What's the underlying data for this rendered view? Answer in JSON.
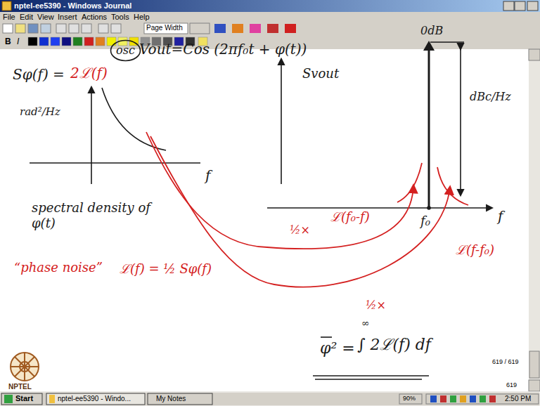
{
  "diagram": {
    "nodes": [
      {
        "text": [
          "osc"
        ]
      }
    ],
    "labels": [
      "nptel-ee5390 - Windows Journal",
      "File",
      "Edit",
      "View",
      "Insert",
      "Actions",
      "Tools",
      "Help",
      "Page Width",
      "B",
      "I",
      "Vout=Cos (2πf₀t + φ(t))",
      "Sφ(f) =",
      "2ℒ(f)",
      "rad²/Hz",
      "f",
      "spectral density of φ(t)",
      "“phase noise”",
      "ℒ(f) = ½ Sφ(f)",
      "Svout",
      "0dB",
      "dBc/Hz",
      "f₀",
      "f",
      "ℒ(f₀-f)",
      "ℒ(f-f₀)",
      "½×",
      "½×",
      "φ² =",
      "∞",
      "∫ 2ℒ(f) df",
      "619 / 619",
      "619",
      "NPTEL",
      "Start",
      "nptel-ee5390 - Windo...",
      "My Notes",
      "90%",
      "2:50 PM"
    ]
  }
}
